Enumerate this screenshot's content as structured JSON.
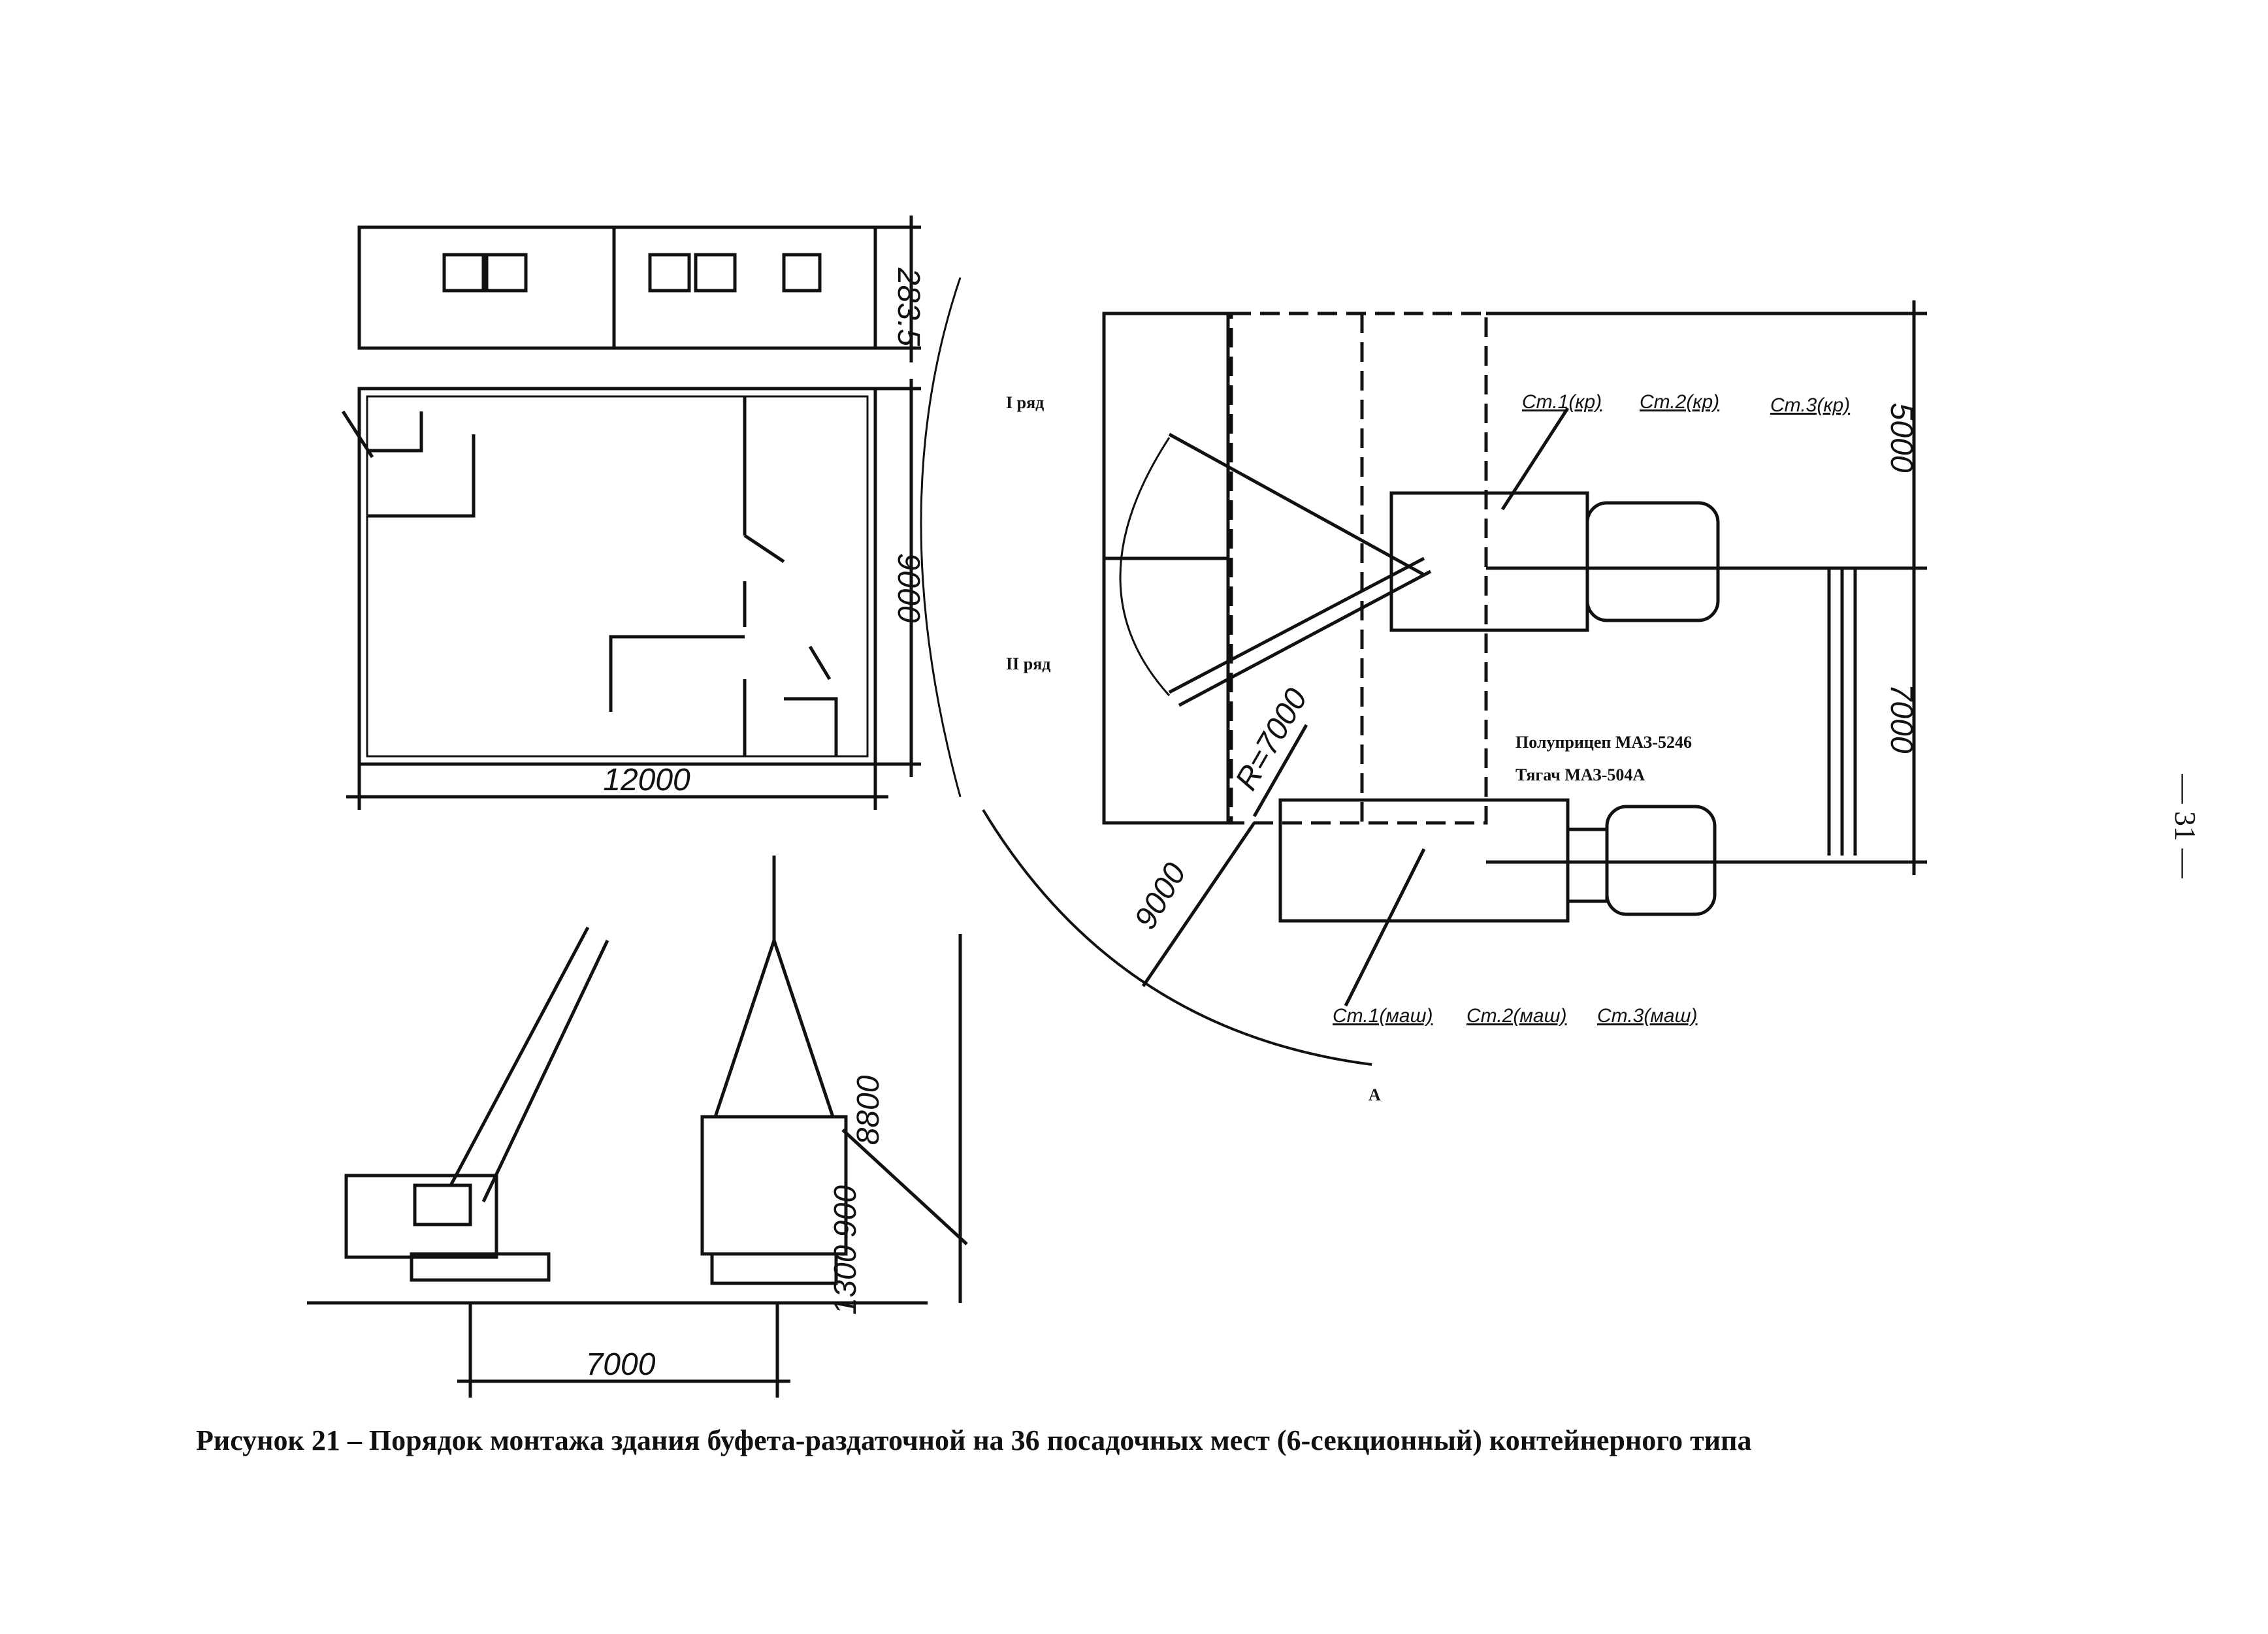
{
  "page_number": "— 31 —",
  "caption": "Рисунок 21 – Порядок монтажа здания буфета-раздаточной на 36 посадочных мест (6-секционный) контейнерного типа",
  "elevation": {
    "dim_height": "283.5"
  },
  "plan": {
    "dim_width": "12000",
    "dim_depth": "9000"
  },
  "site": {
    "row1": "I ряд",
    "row2": "II ряд",
    "dim_top": "5000",
    "dim_bottom": "7000",
    "radius": "R=7000",
    "reach": "9000",
    "crane_stations": [
      "Ст.1(кр)",
      "Ст.2(кр)",
      "Ст.3(кр)"
    ],
    "truck_stations": [
      "Ст.1(маш)",
      "Ст.2(маш)",
      "Ст.3(маш)"
    ],
    "truck_semitrailer": "Полуприцеп МАЗ-5246",
    "truck_tractor": "Тягач МАЗ-504А",
    "arc_mark": "А"
  },
  "lifting": {
    "dim_span": "7000",
    "dim_height": "8800",
    "dim_small1": "900",
    "dim_small2": "1300"
  }
}
